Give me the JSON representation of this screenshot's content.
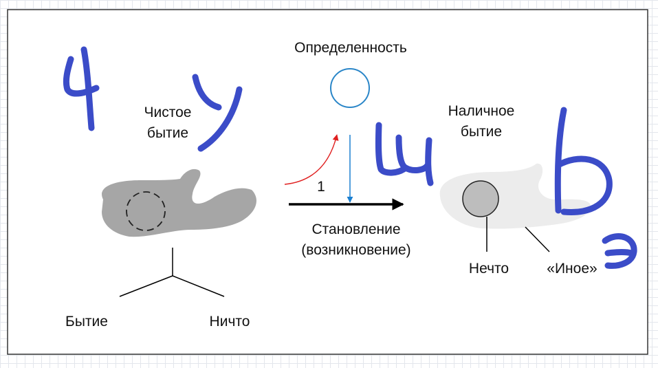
{
  "labels": {
    "opredelennost": "Определенность",
    "chistoe_line1": "Чистое",
    "chistoe_line2": "бытие",
    "nalichnoe_line1": "Наличное",
    "nalichnoe_line2": "бытие",
    "stanovlenie_line1": "Становление",
    "stanovlenie_line2": "(возникновение)",
    "arrow_number": "1",
    "bytie": "Бытие",
    "nichto": "Ничто",
    "nechto": "Нечто",
    "inoe": "«Иное»"
  },
  "handwritten": [
    "Ч",
    "У",
    "Ш",
    "Ь",
    "Э"
  ],
  "colors": {
    "ink": "#3b4cc8",
    "red_arrow": "#e02020",
    "blue_arrow": "#1a7fd0",
    "blob": "#a6a6a6",
    "light_blob": "#ececec",
    "circle_outline": "#2a86c8"
  }
}
